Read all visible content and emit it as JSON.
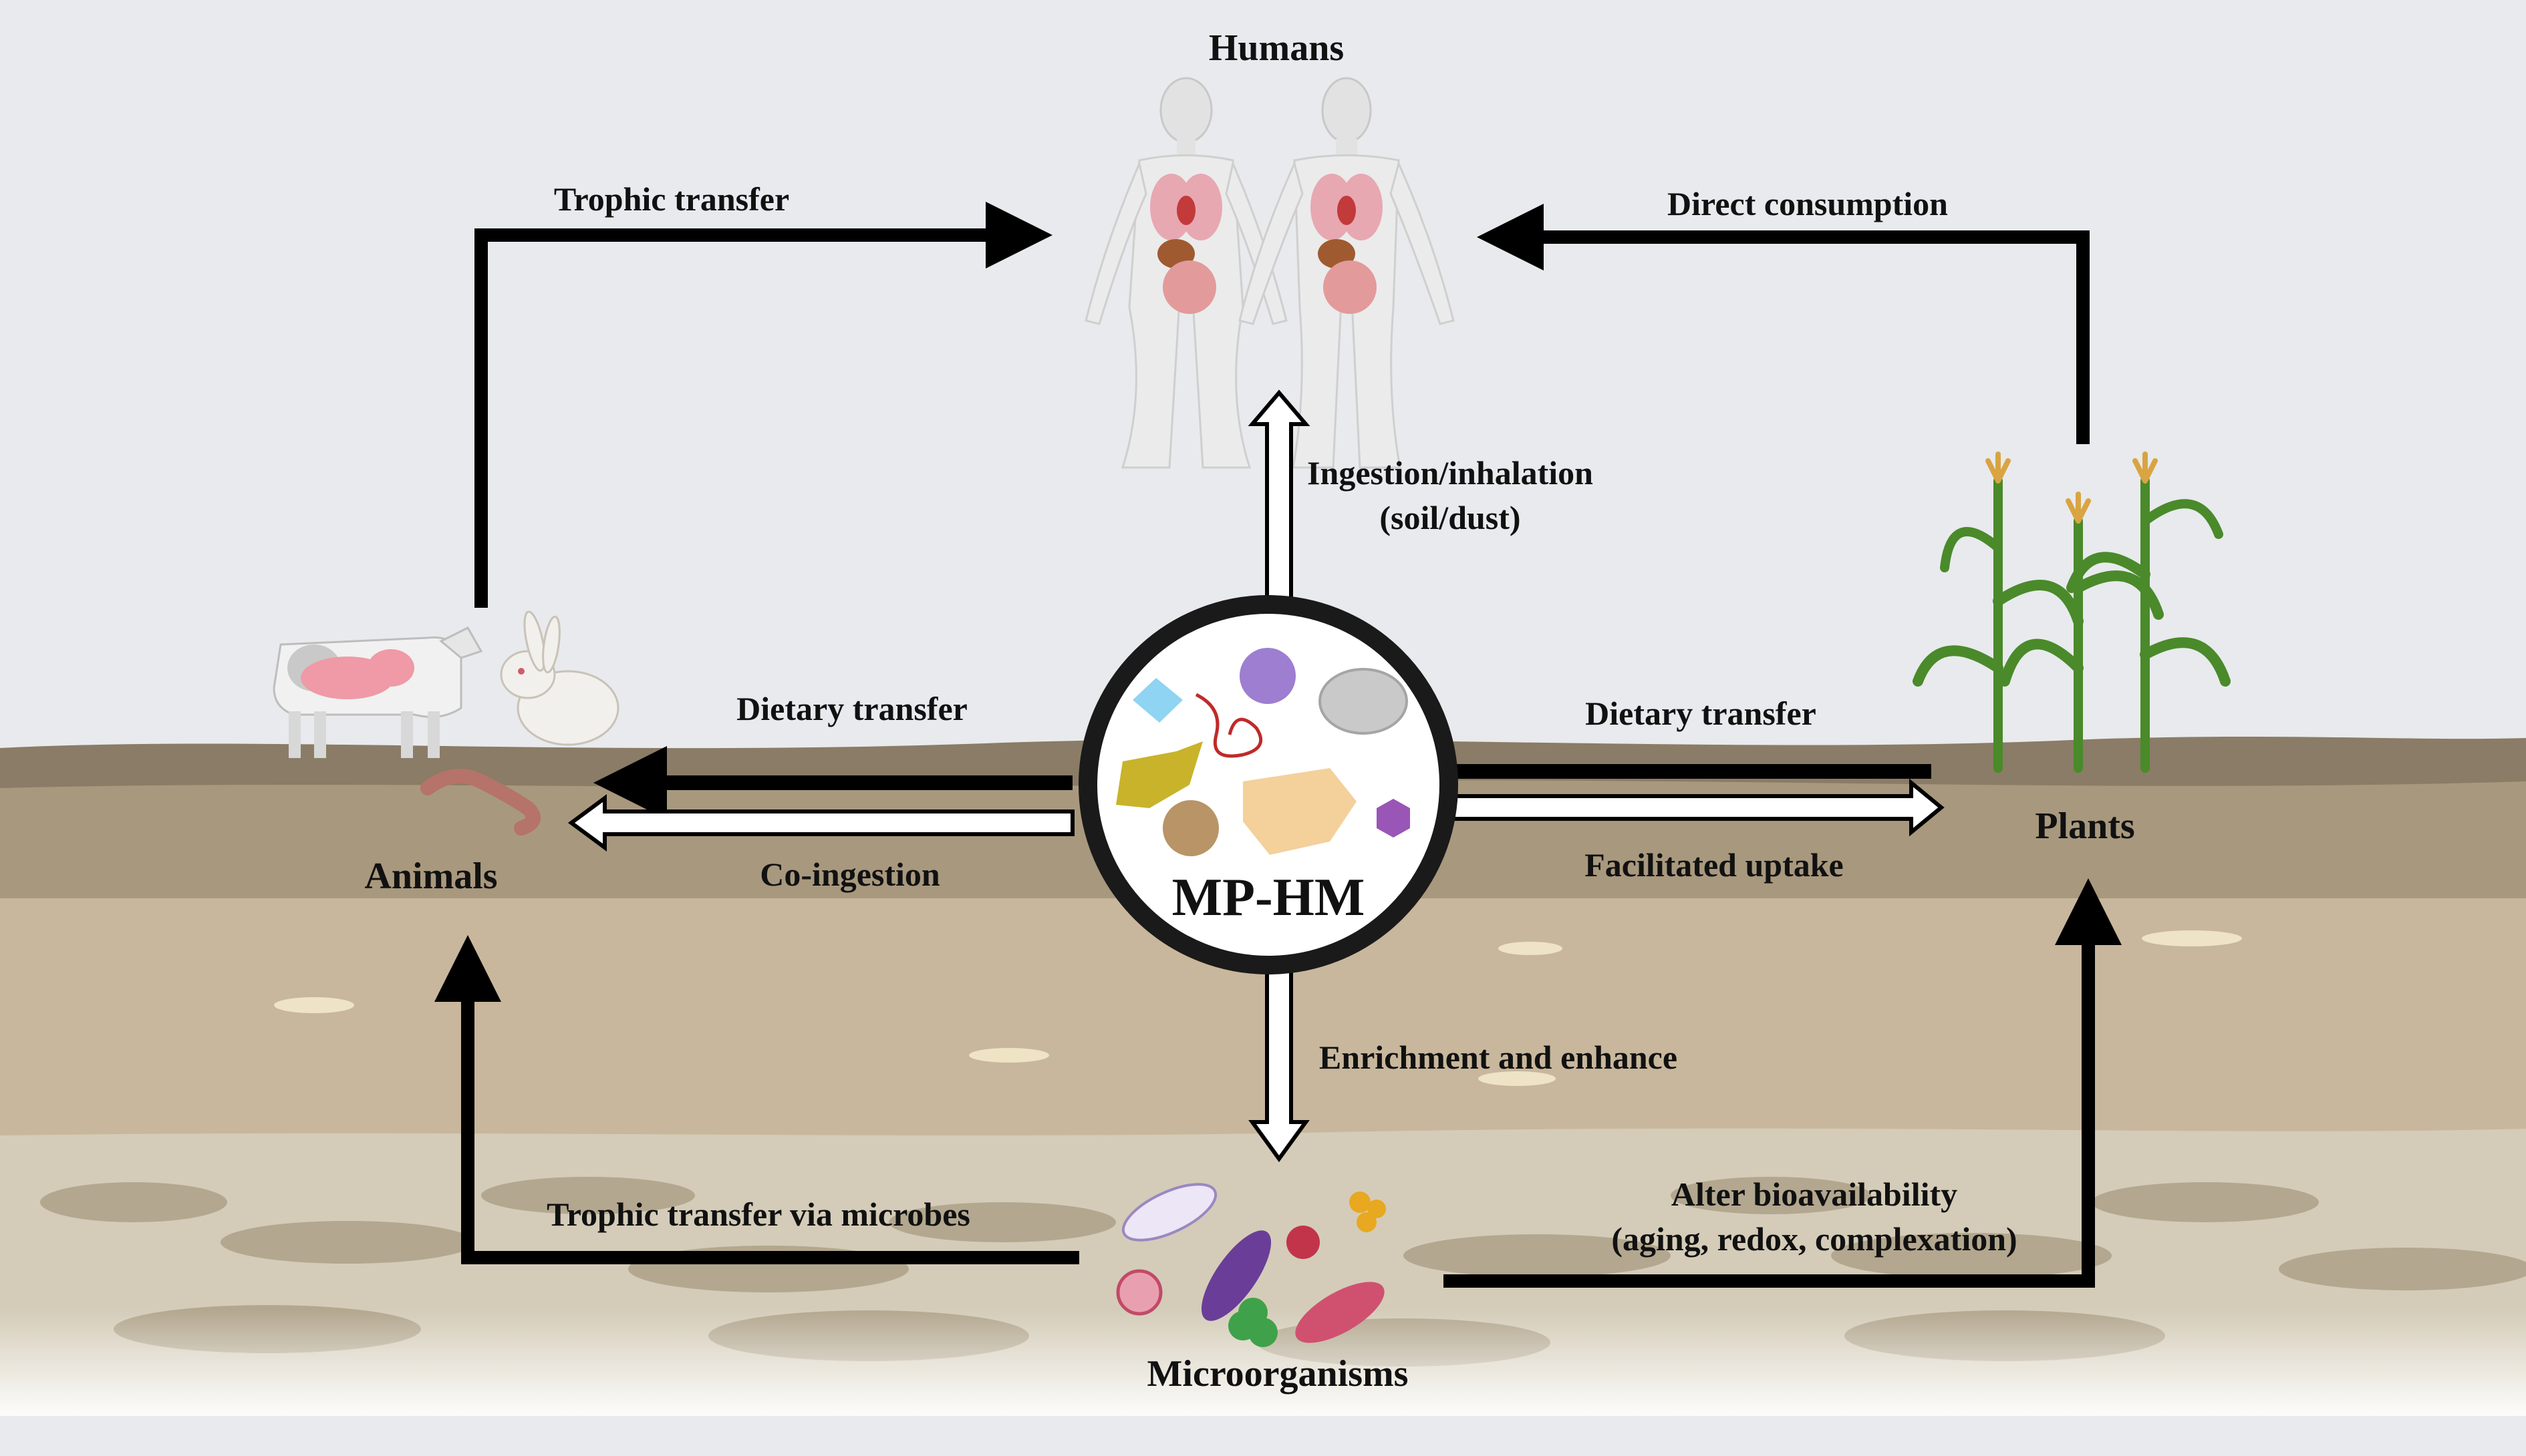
{
  "nodes": {
    "humans": "Humans",
    "animals": "Animals",
    "plants": "Plants",
    "microorganisms": "Microorganisms",
    "hub": "MP-HM"
  },
  "pathways": {
    "trophic_transfer": "Trophic transfer",
    "direct_consumption": "Direct consumption",
    "ingestion_line1": "Ingestion/inhalation",
    "ingestion_line2": "(soil/dust)",
    "dietary_transfer_left": "Dietary transfer",
    "co_ingestion": "Co-ingestion",
    "dietary_transfer_right": "Dietary transfer",
    "facilitated_uptake": "Facilitated uptake",
    "enrichment": "Enrichment and enhance",
    "trophic_via_microbes": "Trophic transfer via microbes",
    "alter_line1": "Alter bioavailability",
    "alter_line2": "(aging, redox, complexation)"
  },
  "colors": {
    "sky": "#e8eaed",
    "soil_top": "#8a7c66",
    "soil_mid": "#a8987e",
    "soil_low": "#c8b79c",
    "soil_deep": "#d4ccb8",
    "arrow": "#000000",
    "hub_fill": "#ffffff"
  }
}
